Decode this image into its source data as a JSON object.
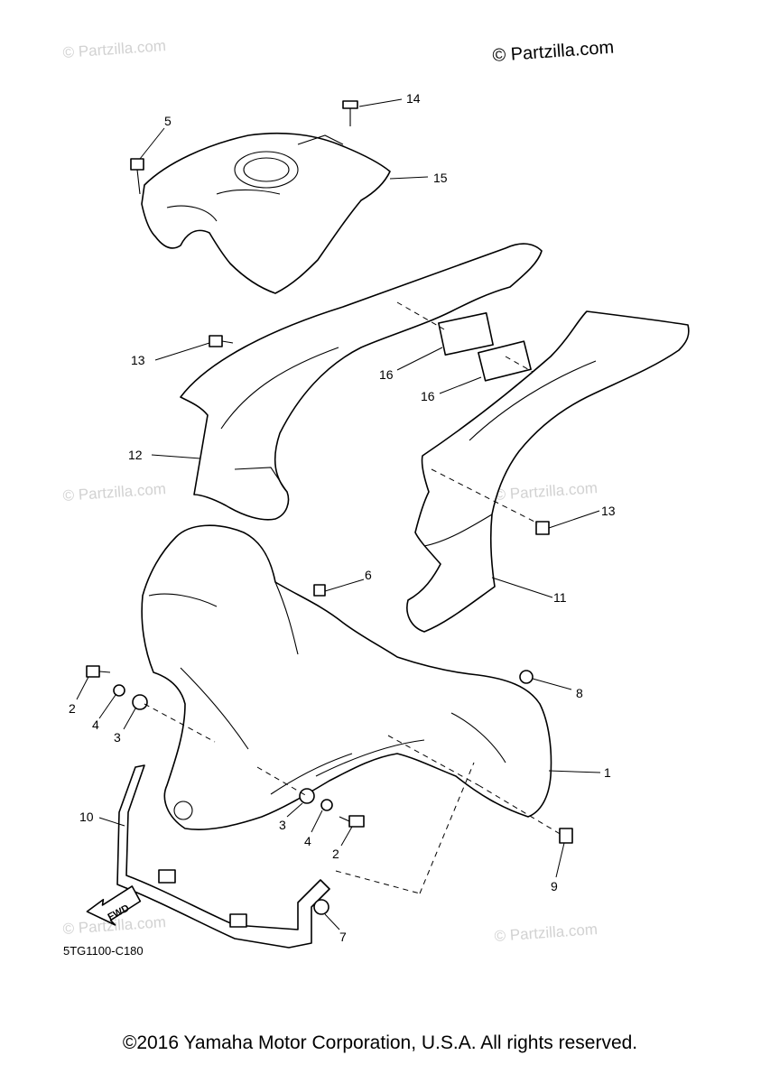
{
  "watermarks": {
    "main": "© Partzilla.com",
    "faint": "© Partzilla.com"
  },
  "diagram_code": "5TG1100-C180",
  "fwd_label": "FWD",
  "copyright": "©2016 Yamaha Motor Corporation, U.S.A. All rights reserved.",
  "callouts": {
    "p1": "1",
    "p2a": "2",
    "p2b": "2",
    "p3a": "3",
    "p3b": "3",
    "p4a": "4",
    "p4b": "4",
    "p5": "5",
    "p6": "6",
    "p7": "7",
    "p8": "8",
    "p9": "9",
    "p10": "10",
    "p11": "11",
    "p12": "12",
    "p13a": "13",
    "p13b": "13",
    "p14": "14",
    "p15": "15",
    "p16a": "16",
    "p16b": "16"
  }
}
